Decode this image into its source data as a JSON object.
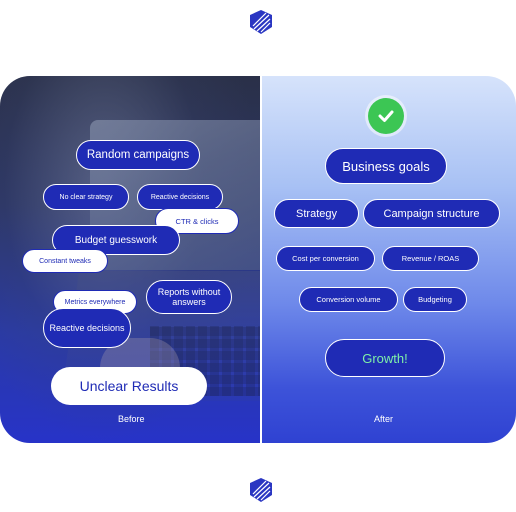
{
  "icons": {
    "brand_logo": "shield-logo-icon",
    "check": "check-icon"
  },
  "colors": {
    "accent_blue": "#1f2bb5",
    "success_green": "#3cc654",
    "growth_text": "#7ff0a8"
  },
  "before": {
    "caption": "Before",
    "tags": [
      "Random campaigns",
      "No clear strategy",
      "Reactive decisions",
      "CTR & clicks",
      "Budget guesswork",
      "Constant tweaks",
      "Reports without answers",
      "Metrics everywhere",
      "Reactive decisions"
    ],
    "result": "Unclear Results"
  },
  "after": {
    "caption": "After",
    "tags": [
      "Business goals",
      "Strategy",
      "Campaign structure",
      "Cost per conversion",
      "Revenue / ROAS",
      "Conversion volume",
      "Budgeting"
    ],
    "result": "Growth!"
  }
}
